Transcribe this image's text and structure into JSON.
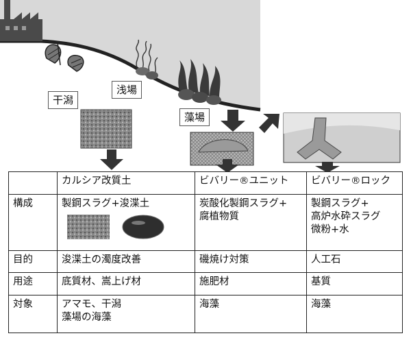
{
  "zones": {
    "higata": "干潟",
    "asaba": "浅場",
    "moba": "藻場"
  },
  "table": {
    "columns": [
      "",
      "カルシア改質土",
      "ビバリー®ユニット",
      "ビバリー®ロック"
    ],
    "rows": [
      {
        "head": "構成",
        "cells": [
          "製鋼スラグ+浚渫土",
          "炭酸化製鋼スラグ+\n腐植物質",
          "製鋼スラグ+\n高炉水砕スラグ\n微粉+水"
        ]
      },
      {
        "head": "目的",
        "cells": [
          "浚渫土の濁度改善",
          "磯焼け対策",
          "人工石"
        ]
      },
      {
        "head": "用途",
        "cells": [
          "底質材、嵩上げ材",
          "施肥材",
          "基質"
        ]
      },
      {
        "head": "対象",
        "cells": [
          "アマモ、干潟\n藻場の海藻",
          "海藻",
          "海藻"
        ]
      }
    ]
  }
}
